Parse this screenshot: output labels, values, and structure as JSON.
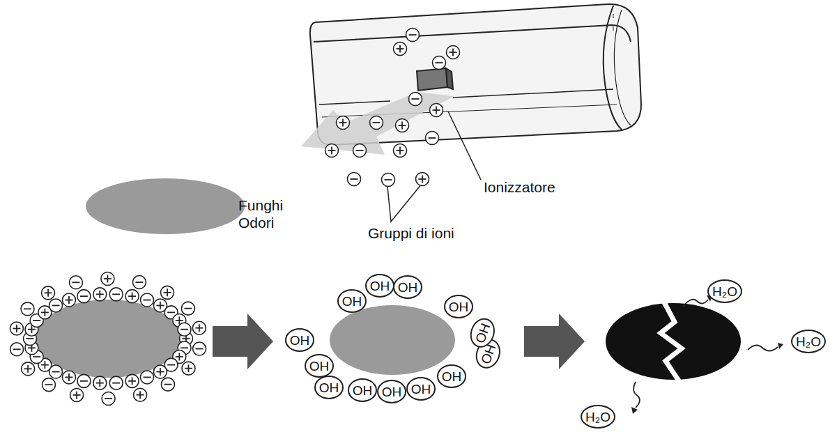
{
  "diagram": {
    "nodes": [
      {
        "text": [
          "OH"
        ]
      },
      {
        "text": [
          "OH"
        ]
      },
      {
        "text": [
          "OH"
        ]
      },
      {
        "text": [
          "OH"
        ]
      },
      {
        "text": [
          "OH"
        ]
      },
      {
        "text": [
          "OH"
        ]
      },
      {
        "text": [
          "OH"
        ]
      },
      {
        "text": [
          "OH"
        ]
      },
      {
        "text": [
          "OH"
        ]
      },
      {
        "text": [
          "OH"
        ]
      },
      {
        "text": [
          "OH"
        ]
      },
      {
        "text": [
          "OH"
        ]
      },
      {
        "text": [
          "OH"
        ]
      },
      {
        "text": [
          "H₂O"
        ]
      },
      {
        "text": [
          "H₂O"
        ]
      },
      {
        "text": [
          "H₂O"
        ]
      }
    ],
    "labels": [
      "Funghi Odori",
      "Ionizzatore",
      "Gruppi di ioni"
    ]
  }
}
